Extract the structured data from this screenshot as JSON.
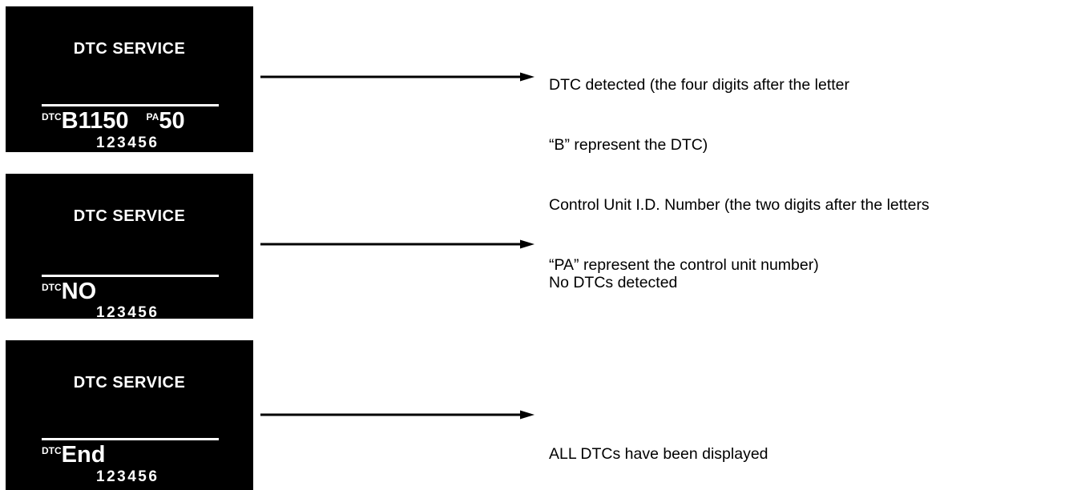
{
  "panels": [
    {
      "title": "DTC SERVICE",
      "dtc_label": "DTC",
      "dtc_value": "B1150",
      "pa_label": "PA",
      "pa_value": "50",
      "counter": "123456"
    },
    {
      "title": "DTC SERVICE",
      "dtc_label": "DTC",
      "dtc_value": "NO",
      "counter": "123456"
    },
    {
      "title": "DTC SERVICE",
      "dtc_label": "DTC",
      "dtc_value": "End",
      "counter": "123456"
    }
  ],
  "annotations": [
    {
      "lines": [
        "DTC detected (the four digits after the letter",
        "“B” represent the DTC)",
        "Control Unit I.D. Number (the two digits after the letters",
        "“PA” represent the control unit number)"
      ]
    },
    {
      "lines": [
        "No DTCs detected"
      ]
    },
    {
      "lines": [
        "ALL DTCs have been displayed"
      ]
    }
  ],
  "colors": {
    "panel_background": "#000000",
    "panel_foreground": "#ffffff",
    "page_background": "#ffffff",
    "annotation_text": "#000000",
    "arrow": "#000000"
  }
}
